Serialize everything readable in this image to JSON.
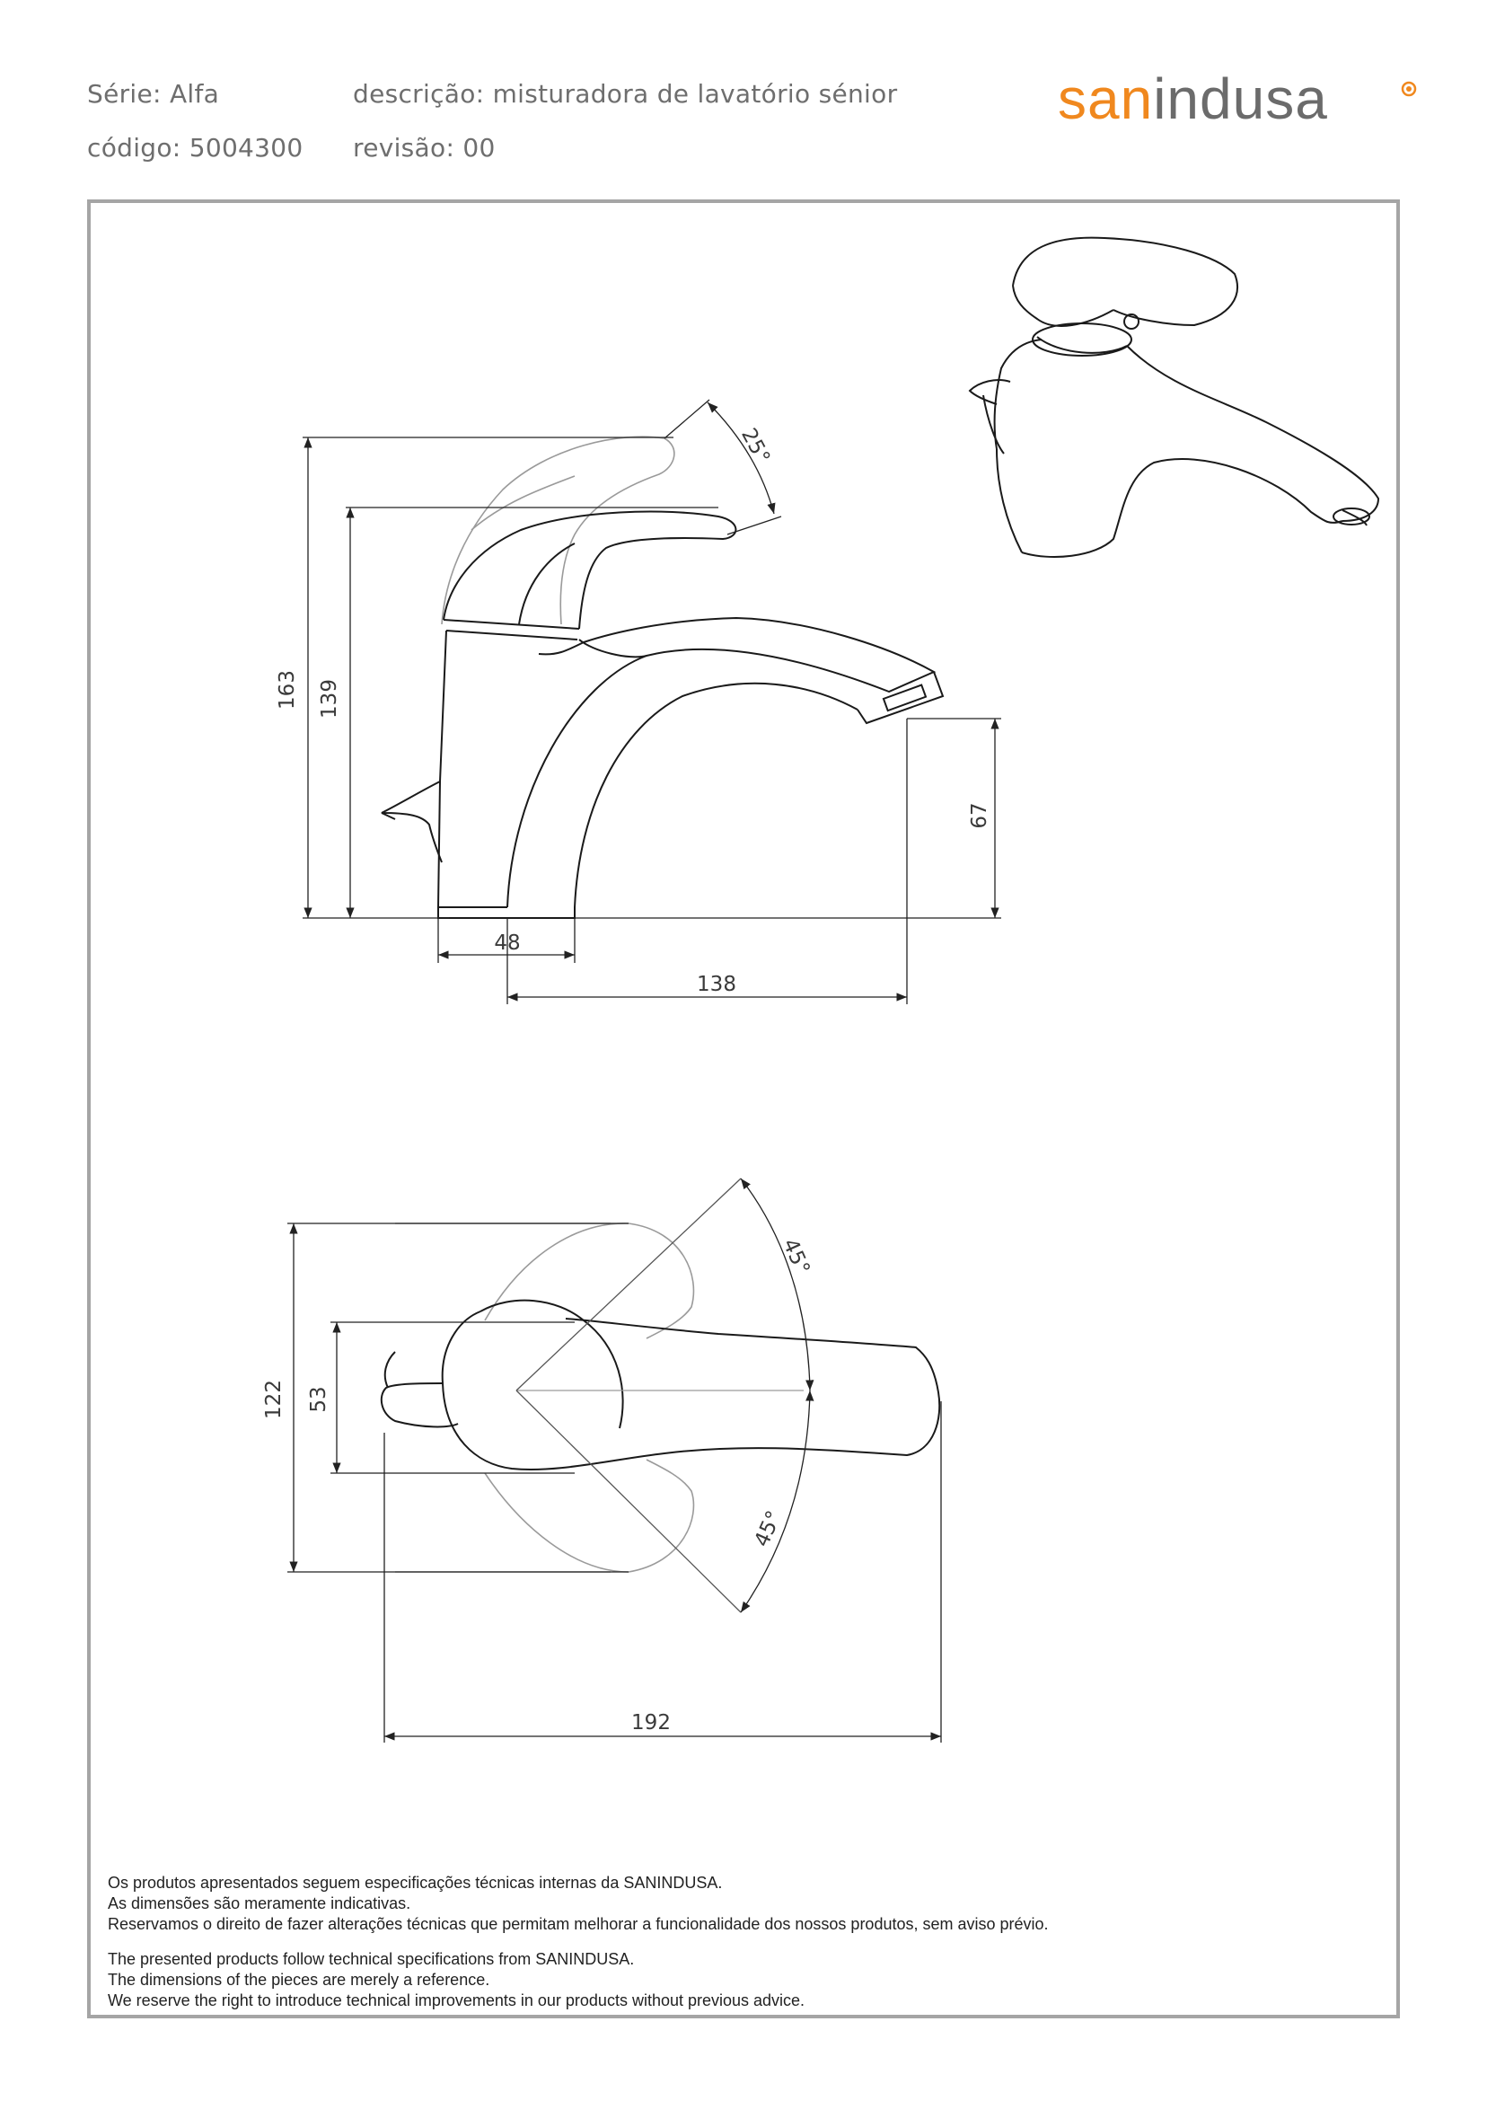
{
  "header": {
    "series": "Série: Alfa",
    "description": "descrição: misturadora de lavatório sénior",
    "code": "código: 5004300",
    "revision": "revisão: 00"
  },
  "logo": {
    "part1": "san",
    "part2": "indusa",
    "accent_color": "#f0881e",
    "grey_color": "#6b6b6b"
  },
  "side_view": {
    "dim_total_height": "163",
    "dim_body_height": "139",
    "dim_spout_height": "67",
    "dim_base_width": "48",
    "dim_spout_reach": "138",
    "dim_lever_angle": "25°"
  },
  "top_view": {
    "dim_total_width": "122",
    "dim_handle_width": "53",
    "dim_length": "192",
    "dim_angle_top": "45°",
    "dim_angle_bottom": "45°"
  },
  "notes_pt": [
    "Os produtos apresentados seguem especificações técnicas internas da SANINDUSA.",
    "As dimensões são meramente indicativas.",
    "Reservamos o direito de fazer alterações técnicas que permitam melhorar a funcionalidade dos nossos produtos, sem aviso prévio."
  ],
  "notes_en": [
    "The presented products follow technical specifications from SANINDUSA.",
    "The dimensions of the pieces are merely a reference.",
    "We reserve the right to introduce technical improvements in our products without previous advice."
  ]
}
